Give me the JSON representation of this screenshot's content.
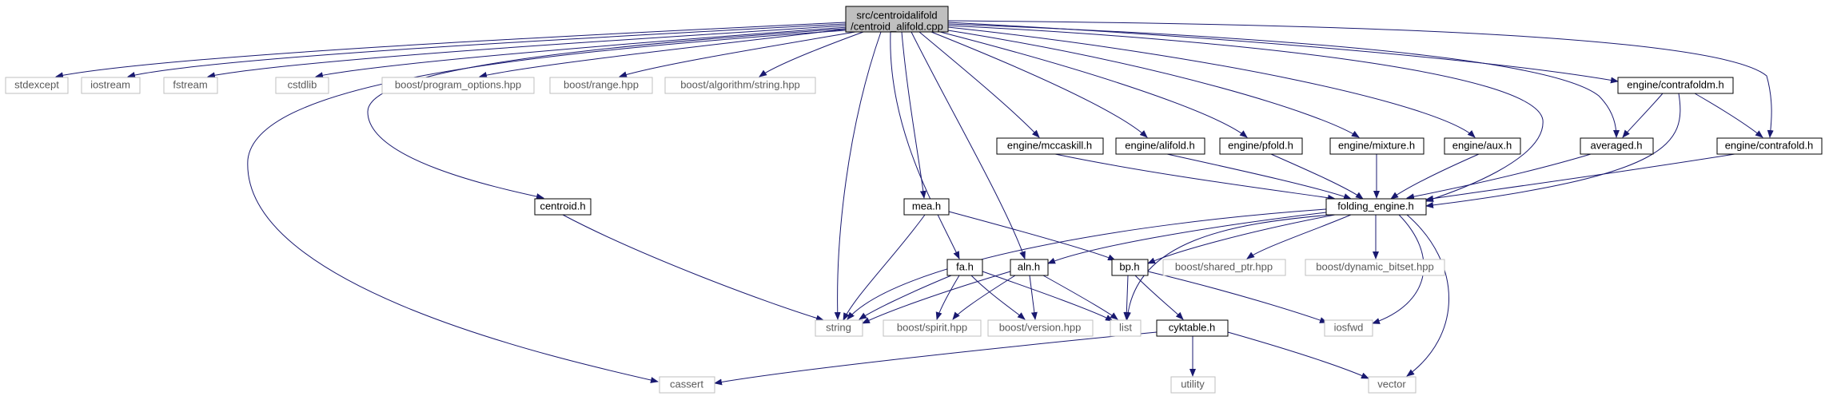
{
  "colors": {
    "edge": "#191970",
    "focus_fill": "#bfbfbf",
    "local_border": "#000000",
    "external_border": "#bfbfbf",
    "background": "#ffffff"
  },
  "nodes": {
    "root": {
      "line1": "src/centroidalifold",
      "line2": "/centroid_alifold.cpp"
    },
    "stdexcept": "stdexcept",
    "iostream": "iostream",
    "fstream": "fstream",
    "cstdlib": "cstdlib",
    "program_options": "boost/program_options.hpp",
    "range": "boost/range.hpp",
    "algorithm_string": "boost/algorithm/string.hpp",
    "contrafoldm": "engine/contrafoldm.h",
    "averaged": "averaged.h",
    "contrafold": "engine/contrafold.h",
    "mccaskill": "engine/mccaskill.h",
    "alifold": "engine/alifold.h",
    "pfold": "engine/pfold.h",
    "mixture": "engine/mixture.h",
    "aux": "engine/aux.h",
    "centroid": "centroid.h",
    "mea": "mea.h",
    "folding_engine": "folding_engine.h",
    "fa": "fa.h",
    "aln": "aln.h",
    "bp": "bp.h",
    "shared_ptr": "boost/shared_ptr.hpp",
    "dynamic_bitset": "boost/dynamic_bitset.hpp",
    "string": "string",
    "spirit": "boost/spirit.hpp",
    "version": "boost/version.hpp",
    "list": "list",
    "iosfwd": "iosfwd",
    "cyktable": "cyktable.h",
    "utility": "utility",
    "vector": "vector",
    "cassert": "cassert"
  }
}
